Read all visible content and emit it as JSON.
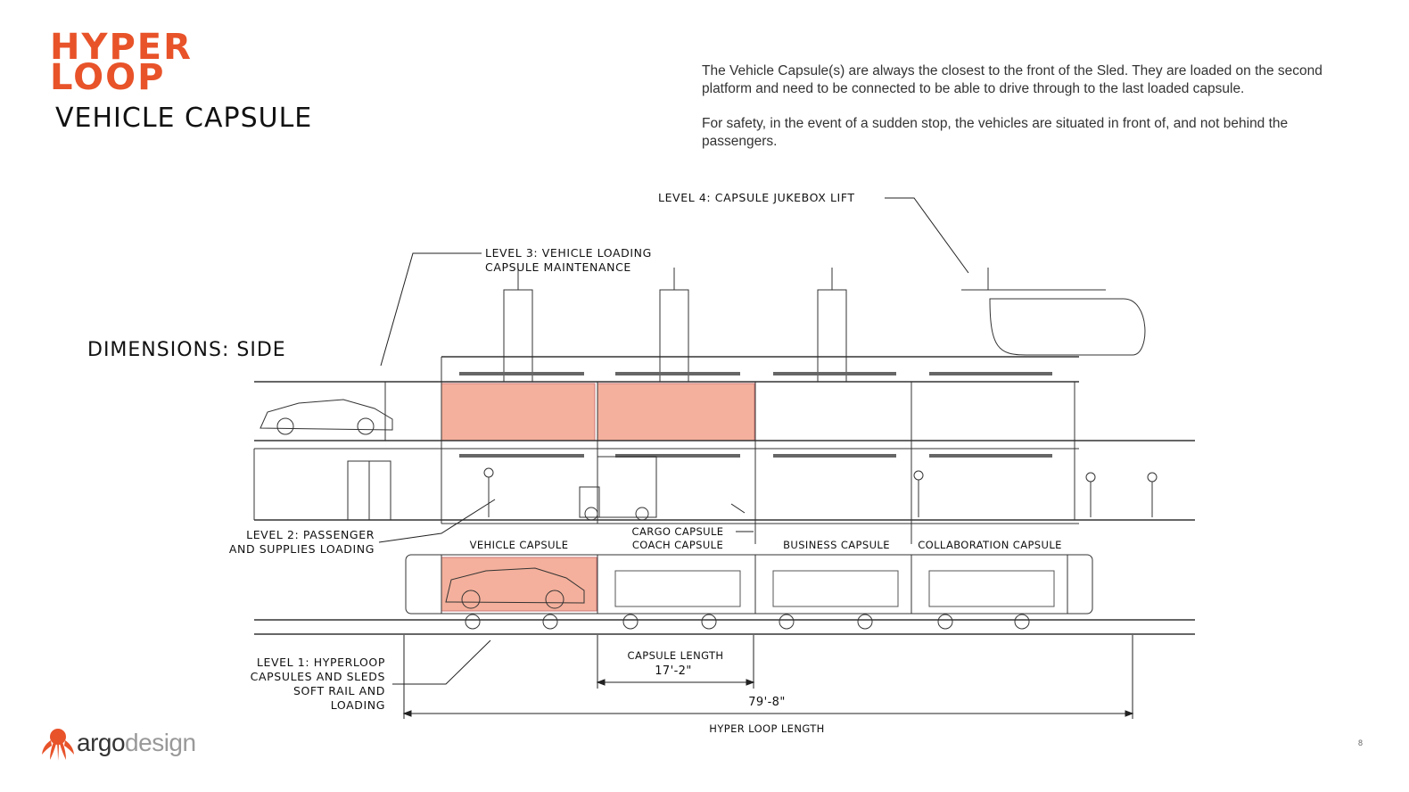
{
  "brand": {
    "logo_line1": "HYPER",
    "logo_line2": "LOOP",
    "accent": "#e8532a",
    "wordmark_prefix": "argo",
    "wordmark_suffix": "design"
  },
  "page_title": "VEHICLE CAPSULE",
  "description": [
    "The Vehicle Capsule(s) are always the closest to the front of the Sled. They are loaded on the second platform and need to be connected to be able to drive through to the last loaded capsule.",
    "For safety, in the event of a sudden stop, the vehicles are situated in front of, and not behind the passengers."
  ],
  "diagram": {
    "section_title": "DIMENSIONS: SIDE",
    "callouts": {
      "level4": "LEVEL 4: CAPSULE JUKEBOX LIFT",
      "level3": "LEVEL 3: VEHICLE LOADING\nCAPSULE MAINTENANCE",
      "level2": "LEVEL 2: PASSENGER\nAND SUPPLIES LOADING",
      "level1": "LEVEL 1: HYPERLOOP\nCAPSULES AND SLEDS\nSOFT RAIL AND\nLOADING"
    },
    "capsules": {
      "vehicle": "VEHICLE CAPSULE",
      "cargo": "CARGO CAPSULE",
      "coach": "COACH CAPSULE",
      "business": "BUSINESS CAPSULE",
      "collaboration": "COLLABORATION CAPSULE"
    },
    "dimensions": {
      "capsule_length_label": "CAPSULE LENGTH",
      "capsule_length_value": "17'-2\"",
      "total_length_value": "79'-8\"",
      "total_length_label": "HYPER LOOP LENGTH"
    },
    "highlight_color": "#f4b09c"
  },
  "page_number": "8"
}
